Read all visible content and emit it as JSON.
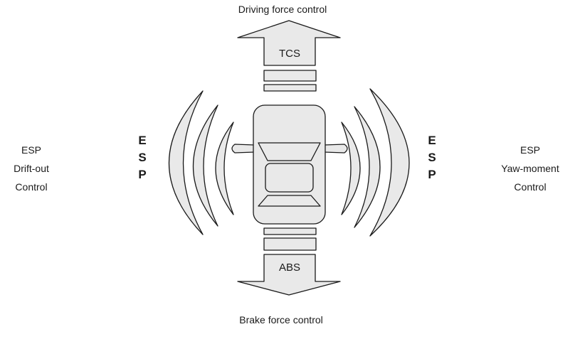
{
  "top_label": "Driving force control",
  "bottom_label": "Brake force control",
  "top_arrow_label": "TCS",
  "bottom_arrow_label": "ABS",
  "left_text": [
    "ESP",
    "Drift-out",
    "Control"
  ],
  "right_text": [
    "ESP",
    "Yaw-moment",
    "Control"
  ],
  "left_vertical": [
    "E",
    "S",
    "P"
  ],
  "right_vertical": [
    "E",
    "S",
    "P"
  ],
  "colors": {
    "fill": "#e9e9e9",
    "stroke": "#1a1a1a",
    "background": "#ffffff"
  }
}
